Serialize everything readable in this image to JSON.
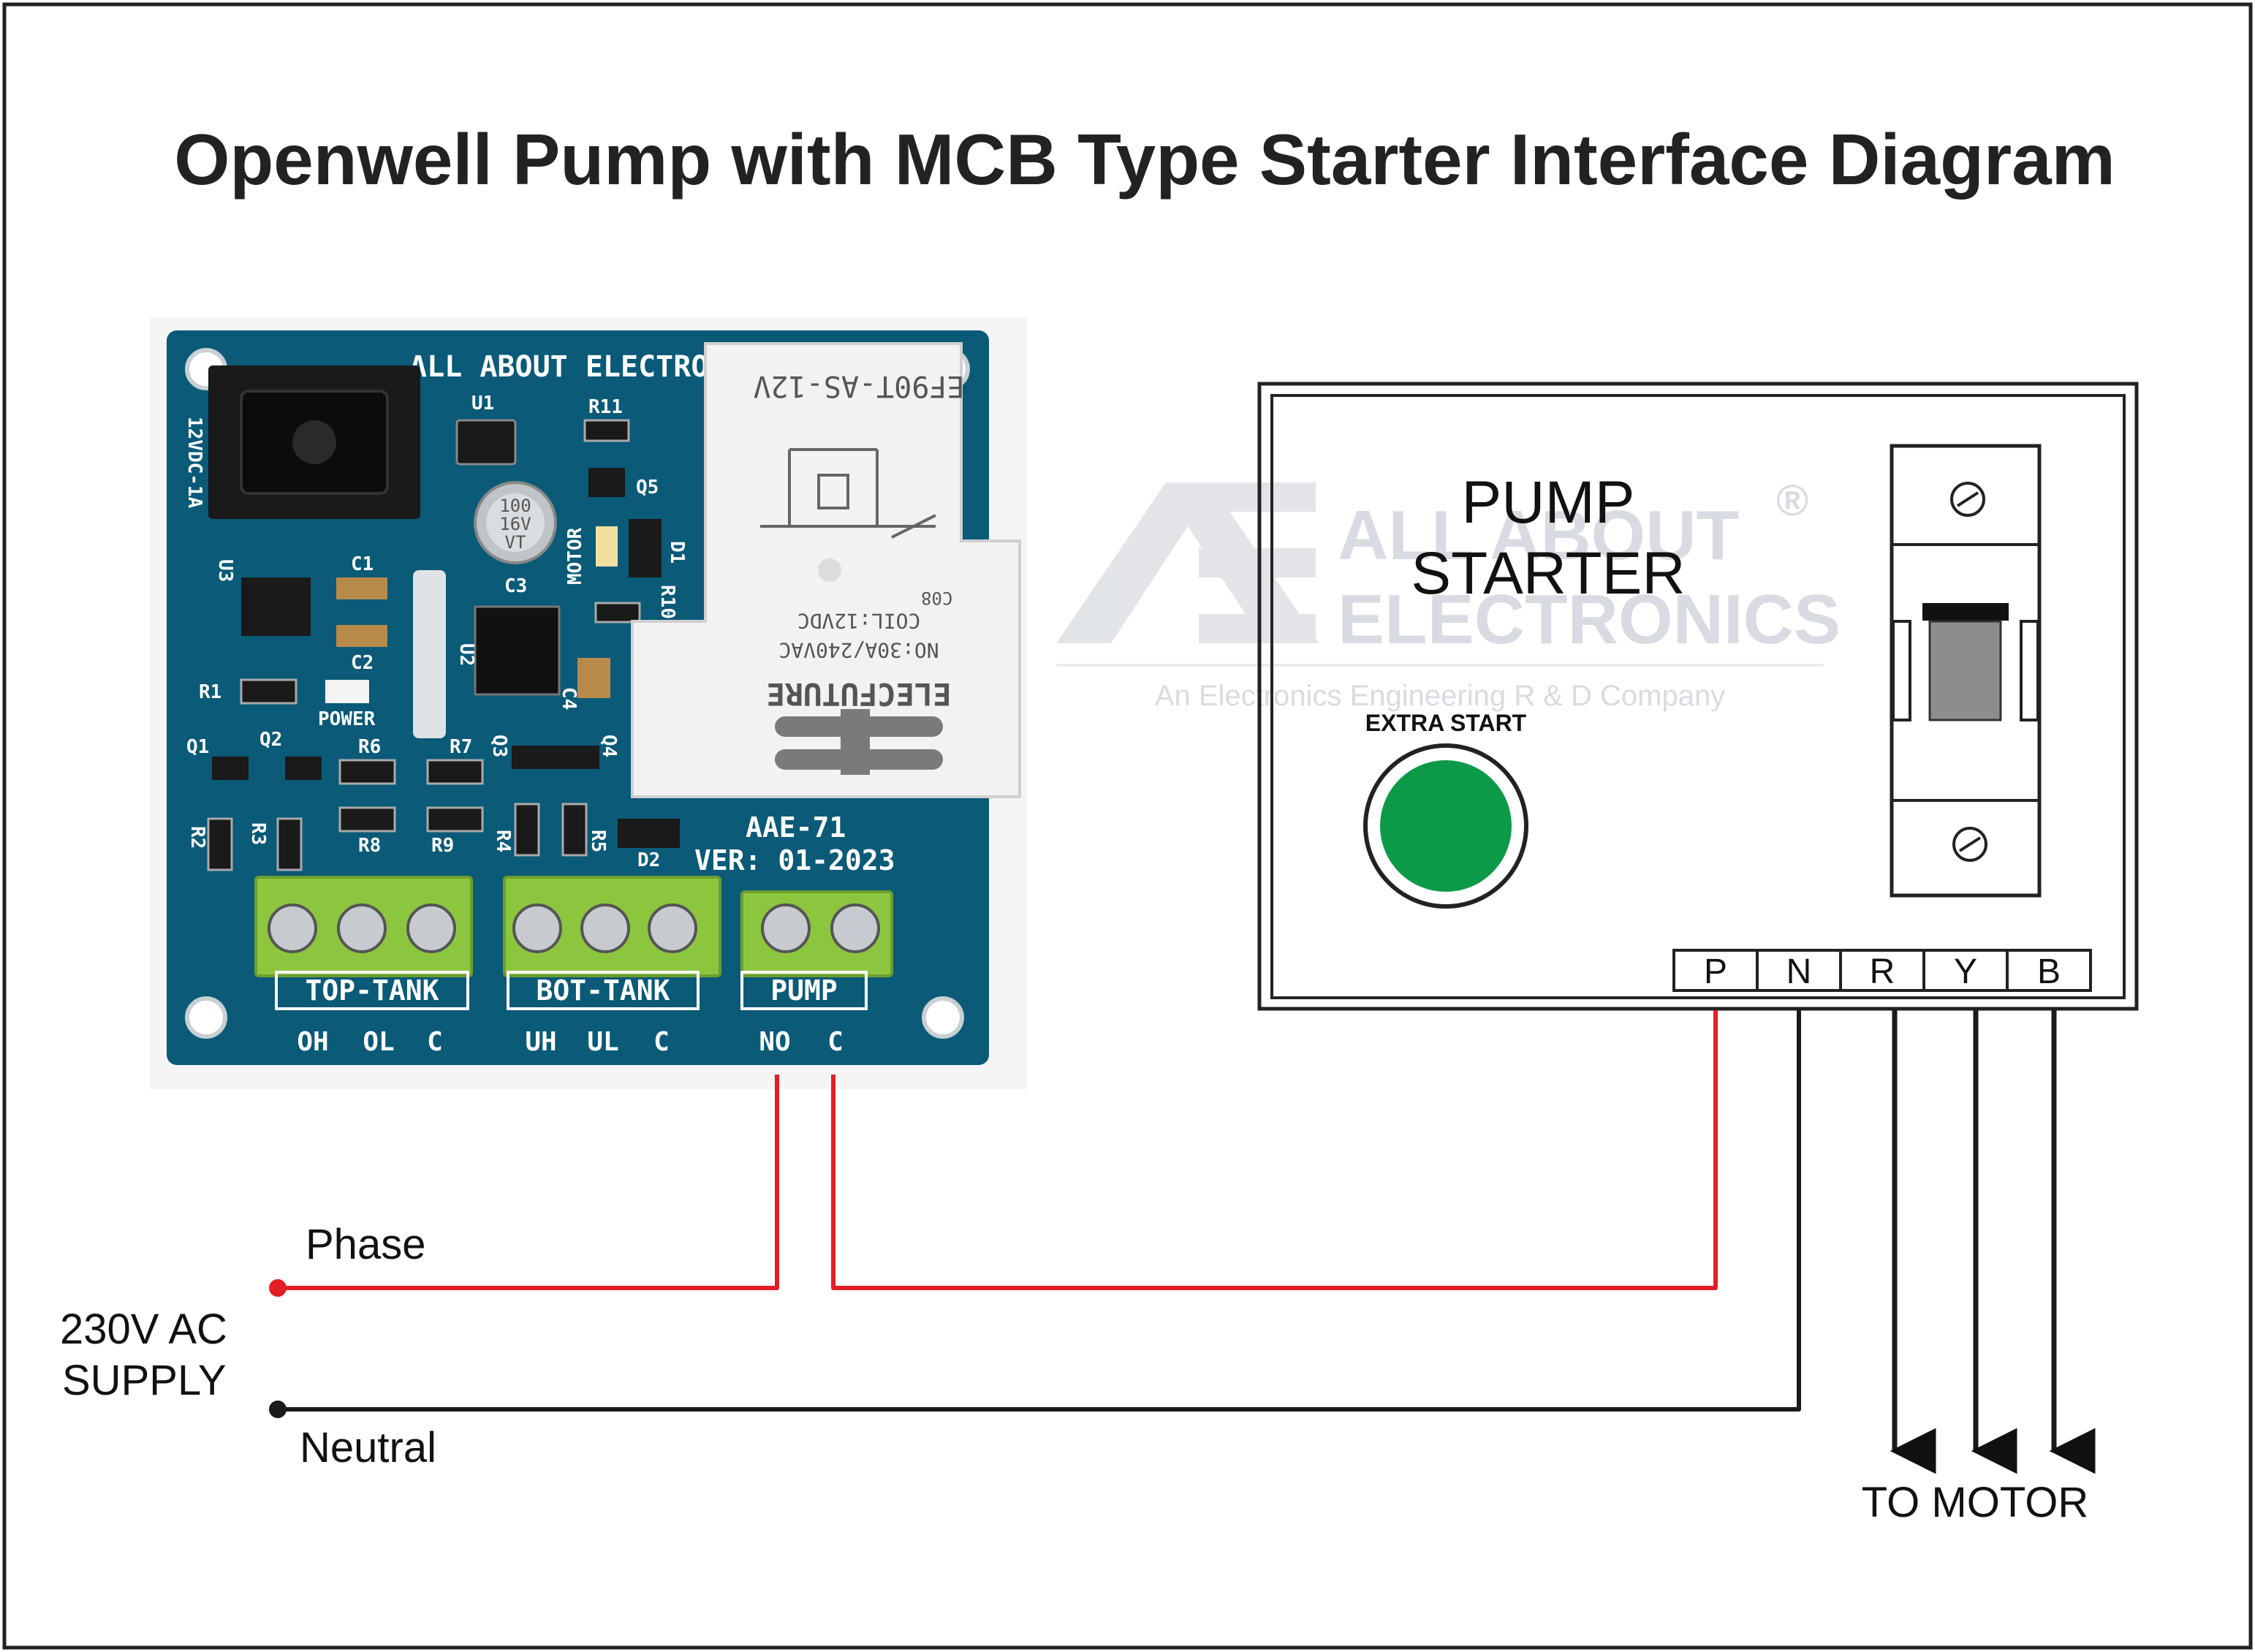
{
  "title": "Openwell Pump with MCB Type Starter Interface Diagram",
  "board": {
    "brand_silk": "ALL ABOUT ELECTRO",
    "model": "AAE-71",
    "version": "VER: 01-2023",
    "power_jack_label": "12VDC-1A",
    "power_led_label": "POWER",
    "motor_led_label": "MOTOR",
    "component_labels": [
      "U1",
      "R11",
      "Q5",
      "U3",
      "C1",
      "C2",
      "C3",
      "U2",
      "R1",
      "Q1",
      "Q2",
      "R6",
      "R7",
      "Q3",
      "R2",
      "R3",
      "R8",
      "R9",
      "R4",
      "R5",
      "D1",
      "D2",
      "C4",
      "Q4",
      "R10"
    ],
    "capacitor_text": [
      "100",
      "16V",
      "VT"
    ],
    "relay_text": {
      "part": "EF90T-AS-12V",
      "rating": "NO:30A/240VAC",
      "coil": "COIL:12VDC",
      "brand": "ELECFUTURE",
      "code": "C08"
    },
    "terminal_groups": [
      {
        "name": "TOP-TANK",
        "pins": [
          "OH",
          "OL",
          "C"
        ]
      },
      {
        "name": "BOT-TANK",
        "pins": [
          "UH",
          "UL",
          "C"
        ]
      },
      {
        "name": "PUMP",
        "pins": [
          "NO",
          "C"
        ]
      }
    ]
  },
  "starter": {
    "title_line1": "PUMP",
    "title_line2": "STARTER",
    "button_label": "EXTRA START",
    "terminals": [
      "P",
      "N",
      "R",
      "Y",
      "B"
    ]
  },
  "watermark": {
    "line1": "ALL ABOUT",
    "line2": "ELECTRONICS",
    "tagline": "An Electronics Engineering R & D Company",
    "registered": "®"
  },
  "supply": {
    "label_line1": "230V AC",
    "label_line2": "SUPPLY",
    "phase": "Phase",
    "neutral": "Neutral"
  },
  "motor_label": "TO MOTOR",
  "colors": {
    "phase_wire": "#e31e24",
    "neutral_wire": "#1a1a1a",
    "pcb": "#0a5a78",
    "terminal_block": "#8cc63f",
    "button": "#0d9a48",
    "relay": "#f2f2f2"
  }
}
